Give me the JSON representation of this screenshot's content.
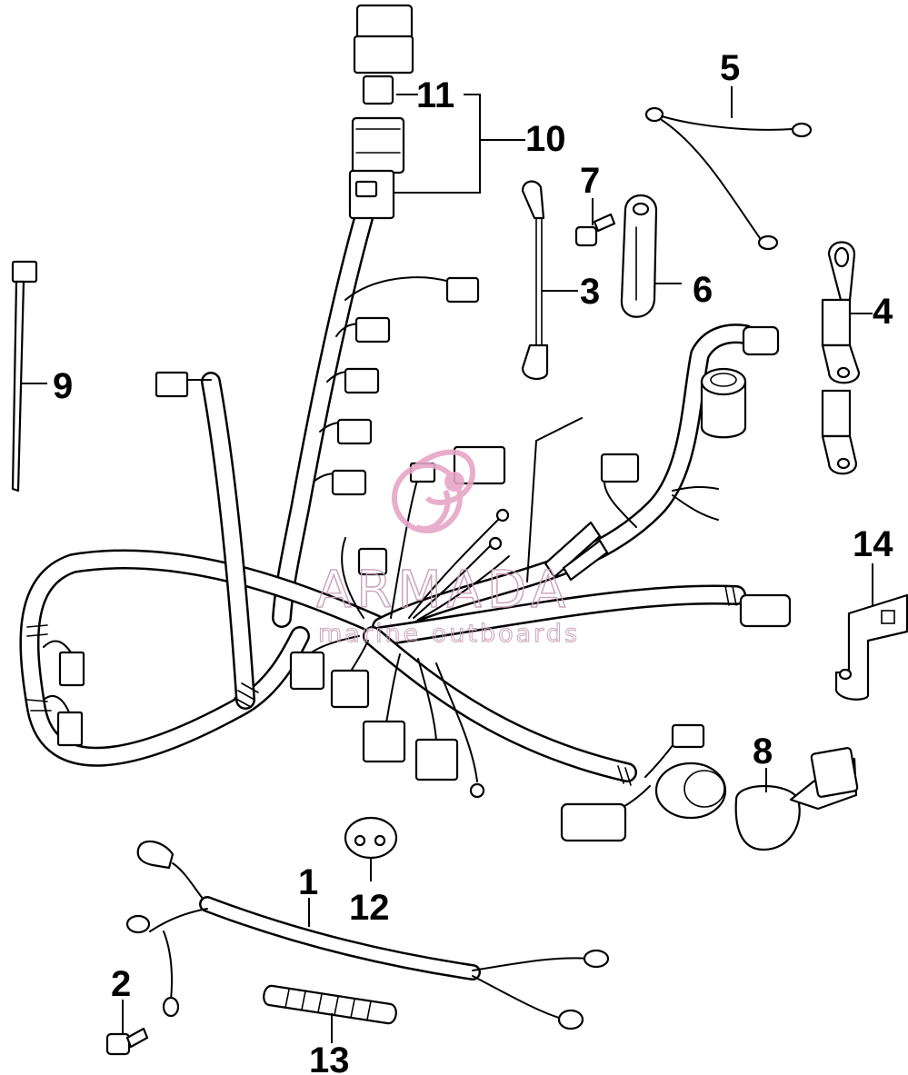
{
  "callouts": [
    {
      "id": "1",
      "label": "1"
    },
    {
      "id": "2",
      "label": "2"
    },
    {
      "id": "3",
      "label": "3"
    },
    {
      "id": "4",
      "label": "4"
    },
    {
      "id": "5",
      "label": "5"
    },
    {
      "id": "6",
      "label": "6"
    },
    {
      "id": "7",
      "label": "7"
    },
    {
      "id": "8",
      "label": "8"
    },
    {
      "id": "9",
      "label": "9"
    },
    {
      "id": "10",
      "label": "10"
    },
    {
      "id": "11",
      "label": "11"
    },
    {
      "id": "12",
      "label": "12"
    },
    {
      "id": "13",
      "label": "13"
    },
    {
      "id": "14",
      "label": "14"
    }
  ],
  "watermark": {
    "brand": "ARMADA",
    "tagline": "marine outboards",
    "color": "#c9a0b6",
    "logo_color": "#e6a6c6"
  },
  "colors": {
    "line": "#000000",
    "background": "#ffffff"
  }
}
